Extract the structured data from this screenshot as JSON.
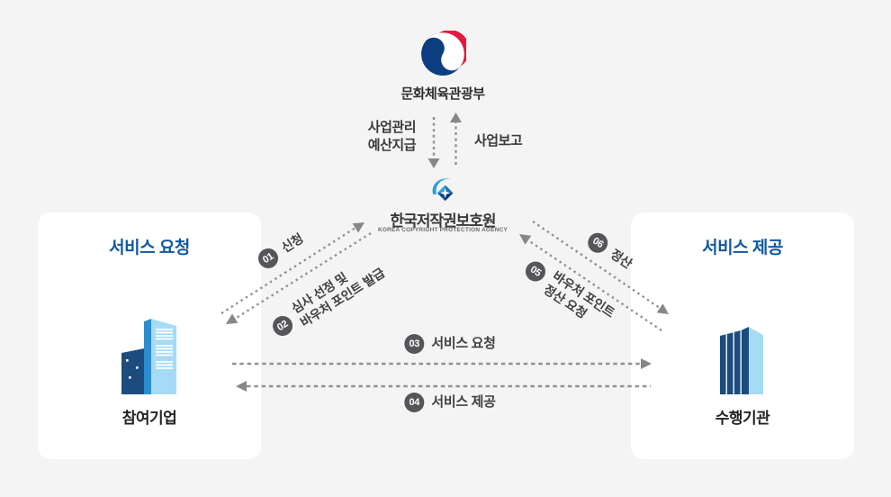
{
  "colors": {
    "background": "#f4f4f5",
    "panel": "#ffffff",
    "title_blue": "#12589f",
    "badge_gray": "#55565a",
    "arrow_gray": "#8f9194",
    "building_navy": "#1c4b7e",
    "building_light_blue": "#a6dbf5",
    "emblem_red": "#e5173f",
    "emblem_navy": "#0c3d7f"
  },
  "ministry": {
    "name": "문화체육관광부"
  },
  "agency": {
    "name": "한국저작권보호원",
    "name_en": "KOREA COPYRIGHT PROTECTION AGENCY"
  },
  "budget_flow": {
    "down_line1": "사업관리",
    "down_line2": "예산지급",
    "up_label": "사업보고"
  },
  "left_panel": {
    "title": "서비스 요청",
    "entity": "참여기업"
  },
  "right_panel": {
    "title": "서비스 제공",
    "entity": "수행기관"
  },
  "flows": [
    {
      "num": "01",
      "label": "신청"
    },
    {
      "num": "02",
      "line1": "심사 선정 및",
      "line2": "바우처 포인트 발급"
    },
    {
      "num": "03",
      "label": "서비스 요청"
    },
    {
      "num": "04",
      "label": "서비스 제공"
    },
    {
      "num": "05",
      "line1": "바우처 포인트",
      "line2": "정산 요청"
    },
    {
      "num": "06",
      "label": "정산"
    }
  ]
}
